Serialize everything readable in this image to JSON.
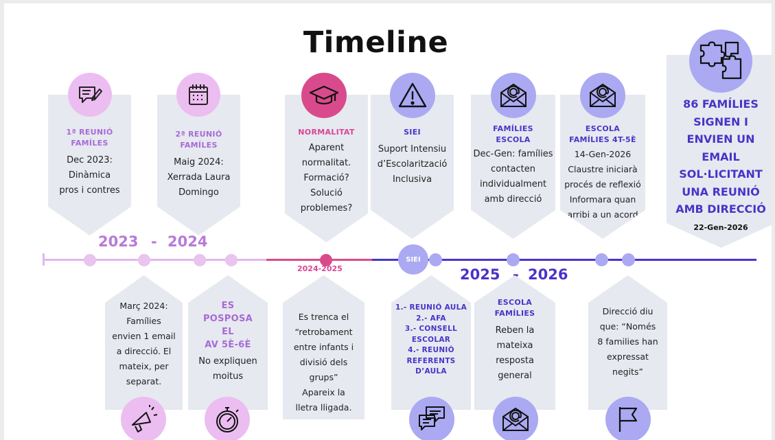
{
  "title": "Timeline",
  "years": {
    "y2023": "2023",
    "dash1": "-",
    "y2024": "2024",
    "phase_2024_2025": "2024-2025",
    "y2025": "2025",
    "dash2": "-",
    "y2026": "2026",
    "siei_marker": "SIEI"
  },
  "top_cards": [
    {
      "head": "1ª REUNIÓ\nFAMÍLES",
      "body": "Dec 2023:\nDinàmica\npros i contres",
      "icon": "chat-edit-icon"
    },
    {
      "head": "2ª REUNIÓ\nFAMÍLES",
      "body": "Maig 2024:\nXerrada Laura\nDomingo",
      "icon": "calendar-icon"
    },
    {
      "head": "NORMALITAT",
      "body": "Aparent\nnormalitat.\nFormació?\nSolució\nproblemes?",
      "icon": "graduation-cap-icon"
    },
    {
      "head": "SIEI",
      "body": "Suport Intensiu\nd’Escolarització\nInclusiva",
      "icon": "warning-icon"
    },
    {
      "head": "FAMÍLIES\nESCOLA",
      "body": "Dec-Gen: famílies\ncontacten\nindividualment\namb direcció",
      "icon": "email-icon"
    },
    {
      "head": "ESCOLA\nFAMÍLIES 4T-5È",
      "body": "14-Gen-2026\nClaustre iniciarà\nprocés de reflexió\nInformara quan\narribi a un acord",
      "icon": "email-icon"
    }
  ],
  "bottom_cards": [
    {
      "head": "",
      "body": "Març 2024:\nFamílies\nenvien 1 email\na direcció. El\nmateix, per\nseparat.",
      "icon": "megaphone-icon"
    },
    {
      "head": "ES\nPOSPOSA\nEL\nAV 5È-6È",
      "body": "No expliquen\nmoitus",
      "icon": "stopwatch-icon"
    },
    {
      "head": "",
      "body": "Es trenca el\n“retrobament\nentre infants i\ndivisió dels\ngrups”\nApareix la\nlletra lligada.",
      "icon": ""
    },
    {
      "head": "1.- REUNIÓ AULA\n2.- AFA\n3.- CONSELL\nESCOLAR\n4.- REUNIÓ\nREFERENTS\nD’AULA",
      "body": "",
      "icon": "chat-bubbles-icon"
    },
    {
      "head": "ESCOLA\nFAMÍLIES",
      "body": "Reben la\nmateixa\nresposta\ngeneral",
      "icon": "email-icon"
    },
    {
      "head": "",
      "body": "Direcció diu\nque: “Només\n8 families han\nexpressat\nnegits”",
      "icon": "flag-icon"
    }
  ],
  "highlight": {
    "text": "86 FAMÍLIES\nSIGNEN I\nENVIEN UN\nEMAIL\nSOL·LICITANT\nUNA REUNIÓ\nAMB DIRECCIÓ",
    "date": "22-Gen-2026",
    "icon": "puzzle-icon"
  },
  "colors": {
    "lilac": "#ecbdf0",
    "lilac_text": "#a86ad6",
    "lilac_line": "#e2b7ee",
    "pink": "#d94a8c",
    "blue": "#4a33c9",
    "blue_light": "#aaa9f2",
    "card_bg": "#e6e9ef"
  }
}
